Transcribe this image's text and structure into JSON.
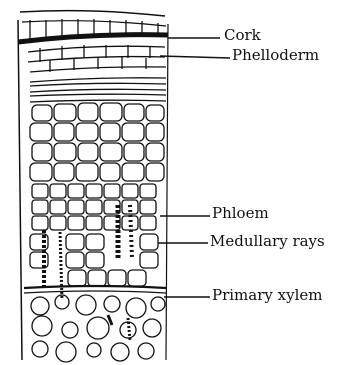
{
  "diagram": {
    "labels": {
      "cork": "Cork",
      "phelloderm": "Phelloderm",
      "phloem": "Phloem",
      "medullary_rays": "Medullary rays",
      "primary_xylem": "Primary xylem"
    }
  },
  "colors": {
    "ink": "#111111",
    "background": "#ffffff"
  }
}
